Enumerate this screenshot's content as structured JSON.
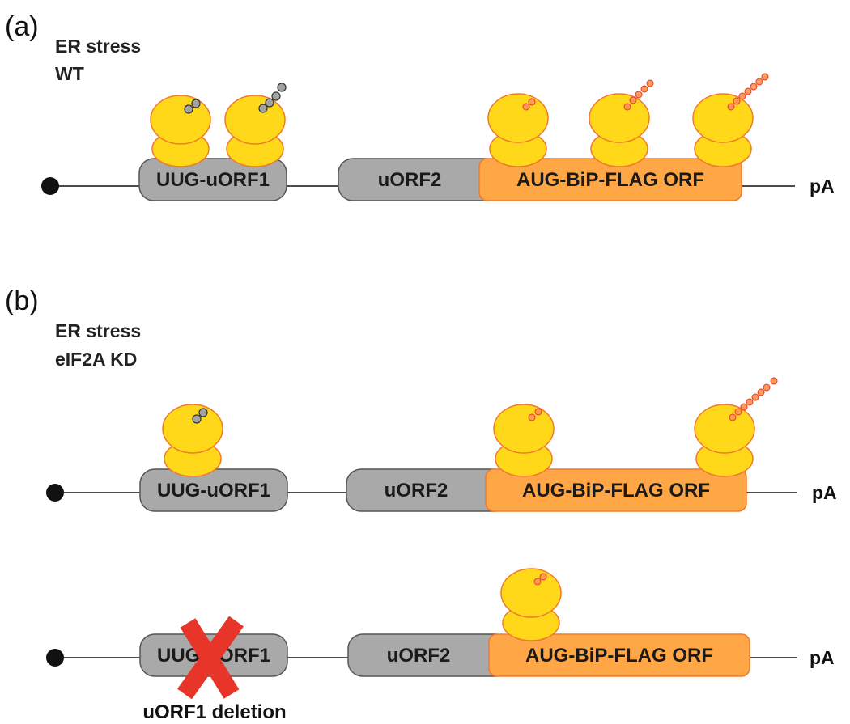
{
  "panels": {
    "a": {
      "letter": "(a)",
      "condition_line1": "ER stress",
      "condition_line2": "WT",
      "uorf1": "UUG-uORF1",
      "uorf2": "uORF2",
      "main_orf": "AUG-BiP-FLAG ORF",
      "tail": "pA"
    },
    "b": {
      "letter": "(b)",
      "condition_line1": "ER stress",
      "condition_line2": "eIF2A KD",
      "uorf1": "UUG-uORF1",
      "uorf2": "uORF2",
      "main_orf": "AUG-BiP-FLAG ORF",
      "tail": "pA"
    },
    "c": {
      "uorf1": "UUG-uORF1",
      "uorf2": "uORF2",
      "main_orf": "AUG-BiP-FLAG ORF",
      "tail": "pA",
      "deletion_note": "uORF1 deletion"
    }
  },
  "colors": {
    "ribosome_fill": "#FFD81A",
    "ribosome_stroke": "#F07A2C",
    "uorf_fill": "#A9A9A9",
    "main_orf_fill": "#FFA646",
    "main_orf_stroke": "#F07A2C",
    "peptide_gray": "#A3A3A3",
    "peptide_orange": "#FF9A55",
    "cross": "#E8352A"
  }
}
